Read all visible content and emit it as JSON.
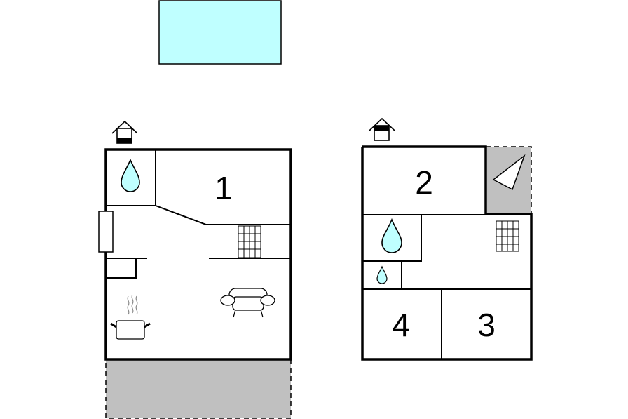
{
  "colors": {
    "pool": "#bfffff",
    "terrace": "#c0c0c0",
    "water": "#bfffff",
    "walls": "#000000"
  },
  "rooms": {
    "room_1": "1",
    "room_2": "2",
    "room_3": "3",
    "room_4": "4"
  },
  "icons": {
    "pool": "pool-icon",
    "entrance": "house-entrance-icon",
    "bathroom": "water-drop-icon",
    "toilet": "small-water-drop-icon",
    "stairs": "stairs-icon",
    "sofa": "sofa-icon",
    "kitchen": "cooking-pot-icon",
    "balcony": "balcony-flag-icon"
  }
}
